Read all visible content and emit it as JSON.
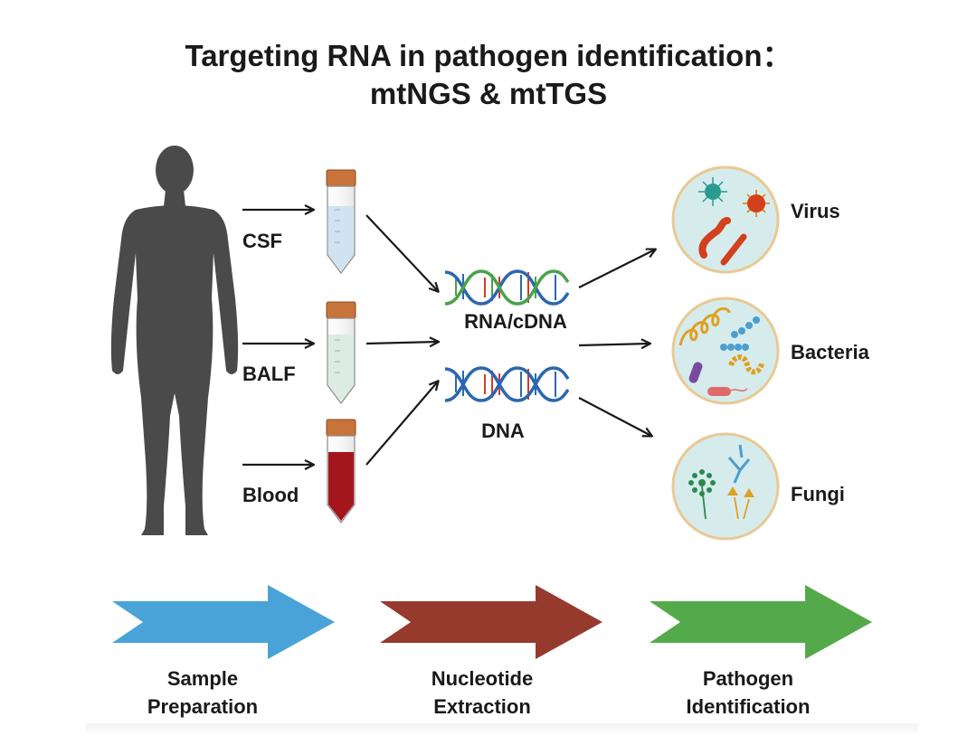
{
  "title": {
    "line1": "Targeting RNA in pathogen identification：",
    "line2": "mtNGS & mtTGS"
  },
  "samples": {
    "csf": "CSF",
    "balf": "BALF",
    "blood": "Blood"
  },
  "nucleic_acids": {
    "rna": "RNA/cDNA",
    "dna": "DNA"
  },
  "pathogens": {
    "virus": "Virus",
    "bacteria": "Bacteria",
    "fungi": "Fungi"
  },
  "steps": {
    "sample_line1": "Sample",
    "sample_line2": "Preparation",
    "nucleotide_line1": "Nucleotide",
    "nucleotide_line2": "Extraction",
    "pathogen_line1": "Pathogen",
    "pathogen_line2": "Identification"
  },
  "colors": {
    "human": "#4a4a4a",
    "tube_cap": "#c8733a",
    "csf_fluid": "#cfe3f0",
    "balf_fluid": "#dcece4",
    "blood_fluid": "#a3161b",
    "circle_fill": "#d6ecec",
    "circle_border": "#e9c994",
    "dna_blue": "#2b67b0",
    "dna_green": "#4aa24a",
    "dna_red": "#d73a2c",
    "arrow_blue": "#4aa3d8",
    "arrow_red": "#963a2e",
    "arrow_green": "#54aa4a"
  }
}
